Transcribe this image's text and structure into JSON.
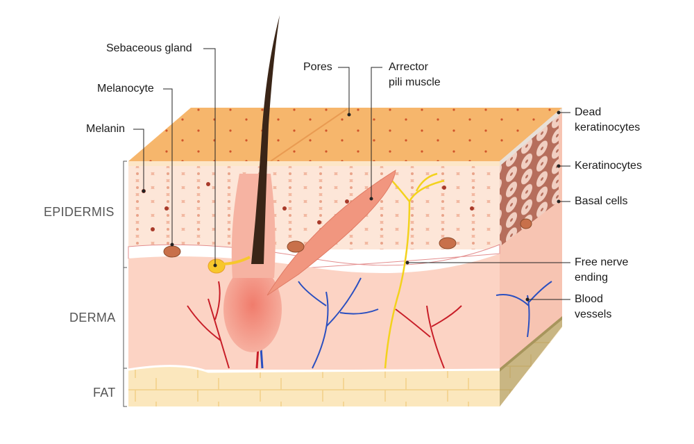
{
  "layers": {
    "epidermis": "EPIDERMIS",
    "derma": "DERMA",
    "fat": "FAT"
  },
  "labels": {
    "sebaceous_gland": "Sebaceous gland",
    "melanocyte": "Melanocyte",
    "melanin": "Melanin",
    "pores": "Pores",
    "arrector_pili_line1": "Arrector",
    "arrector_pili_line2": "pili muscle",
    "dead_keratinocytes_line1": "Dead",
    "dead_keratinocytes_line2": "keratinocytes",
    "keratinocytes": "Keratinocytes",
    "basal_cells": "Basal cells",
    "free_nerve_line1": "Free nerve",
    "free_nerve_line2": "ending",
    "blood_vessels_line1": "Blood",
    "blood_vessels_line2": "vessels"
  },
  "colors": {
    "surface": "#f6b66c",
    "epidermis": "#fbdccb",
    "derma": "#fcd3c4",
    "fat": "#fbe7bd",
    "hair": "#3a2517",
    "artery": "#c81e28",
    "vein": "#2a4fc0",
    "nerve": "#f3d21c"
  }
}
